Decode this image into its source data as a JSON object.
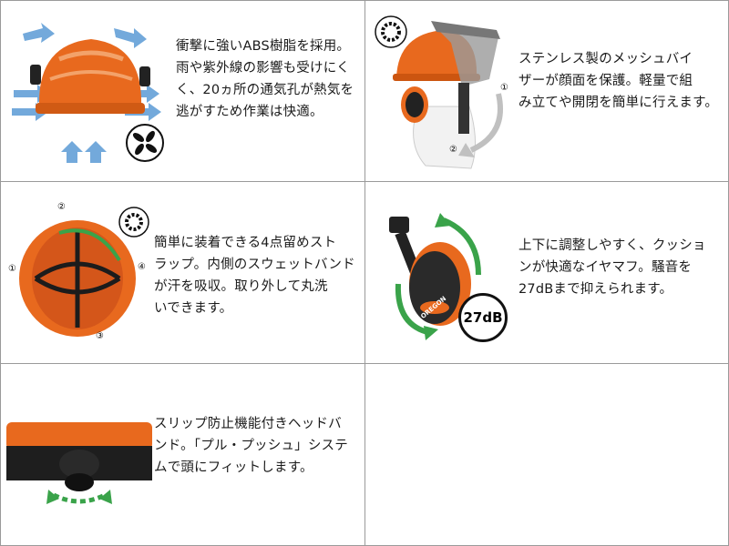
{
  "features": [
    {
      "description": "衝撃に強いABS樹脂を採用。\n雨や紫外線の影響も受けにく\nく、20ヵ所の通気孔が熱気を\n逃がすため作業は快適。"
    },
    {
      "description": "ステンレス製のメッシュバイ\nザーが顔面を保護。軽量で組\nみ立てや開閉を簡単に行えます。",
      "callouts": [
        "①",
        "②"
      ]
    },
    {
      "description": "簡単に装着できる4点留めスト\nラップ。内側のスウェットバンド\nが汗を吸収。取り外して丸洗\nいできます。",
      "callouts": [
        "①",
        "②",
        "③",
        "④"
      ]
    },
    {
      "description": "上下に調整しやすく、クッショ\nンが快適なイヤマフ。騒音を\n27dBまで抑えられます。",
      "badge": "27dB",
      "logo": "OREGON"
    },
    {
      "description": "スリップ防止機能付きヘッドバ\nンド。「プル・プッシュ」システ\nムで頭にフィットします。"
    }
  ],
  "colors": {
    "helmet_orange": "#e8691e",
    "arrow_blue": "#5b9bd5",
    "arrow_green": "#3aa34a",
    "border": "#9a9a9a"
  }
}
